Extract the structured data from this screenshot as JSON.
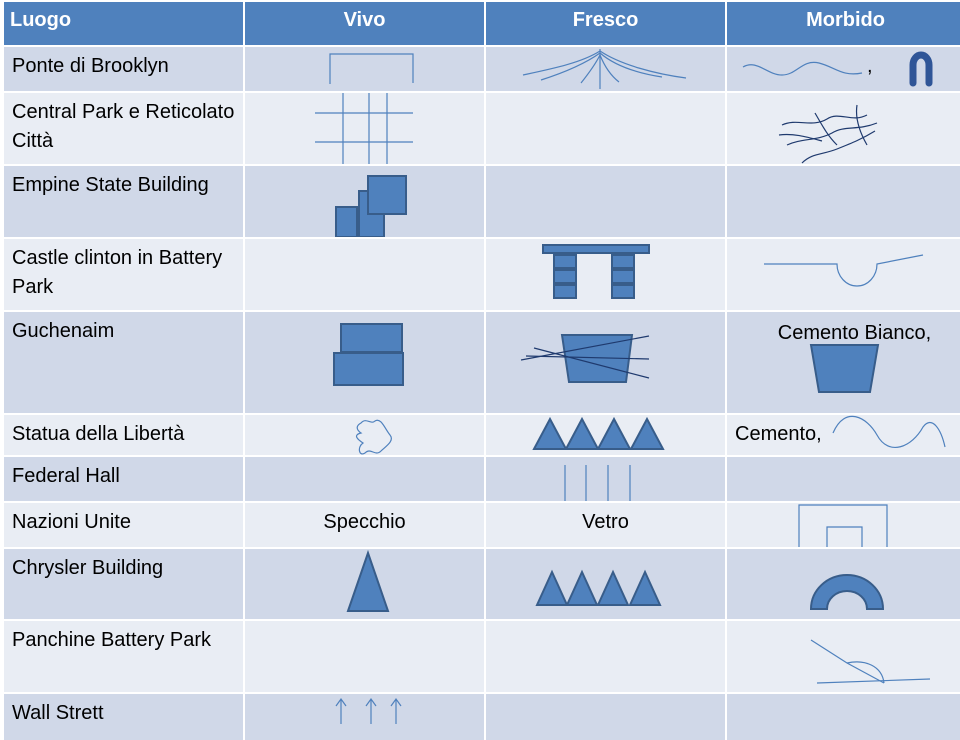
{
  "table": {
    "headers": [
      "Luogo",
      "Vivo",
      "Fresco",
      "Morbido"
    ],
    "rows": [
      {
        "name": "Ponte di Brooklyn"
      },
      {
        "name": "Central Park e Reticolato Città"
      },
      {
        "name": "Empine State Building"
      },
      {
        "name": "Castle clinton in Battery Park"
      },
      {
        "name": "Guchenaim",
        "morbido_text": "Cemento Bianco,"
      },
      {
        "name": "Statua della Libertà",
        "morbido_text": "Cemento,"
      },
      {
        "name": "Federal Hall"
      },
      {
        "name": "Nazioni Unite",
        "vivo_text": "Specchio",
        "fresco_text": "Vetro"
      },
      {
        "name": "Chrysler Building"
      },
      {
        "name": "Panchine Battery Park"
      },
      {
        "name": "Wall Strett"
      }
    ]
  },
  "symbols": {
    "comma": ","
  },
  "colors": {
    "header_bg": "#4f81bd",
    "row_dark": "#d0d8e8",
    "row_light": "#e9edf4",
    "shape_fill": "#4f81bd",
    "shape_stroke": "#385d8a"
  }
}
